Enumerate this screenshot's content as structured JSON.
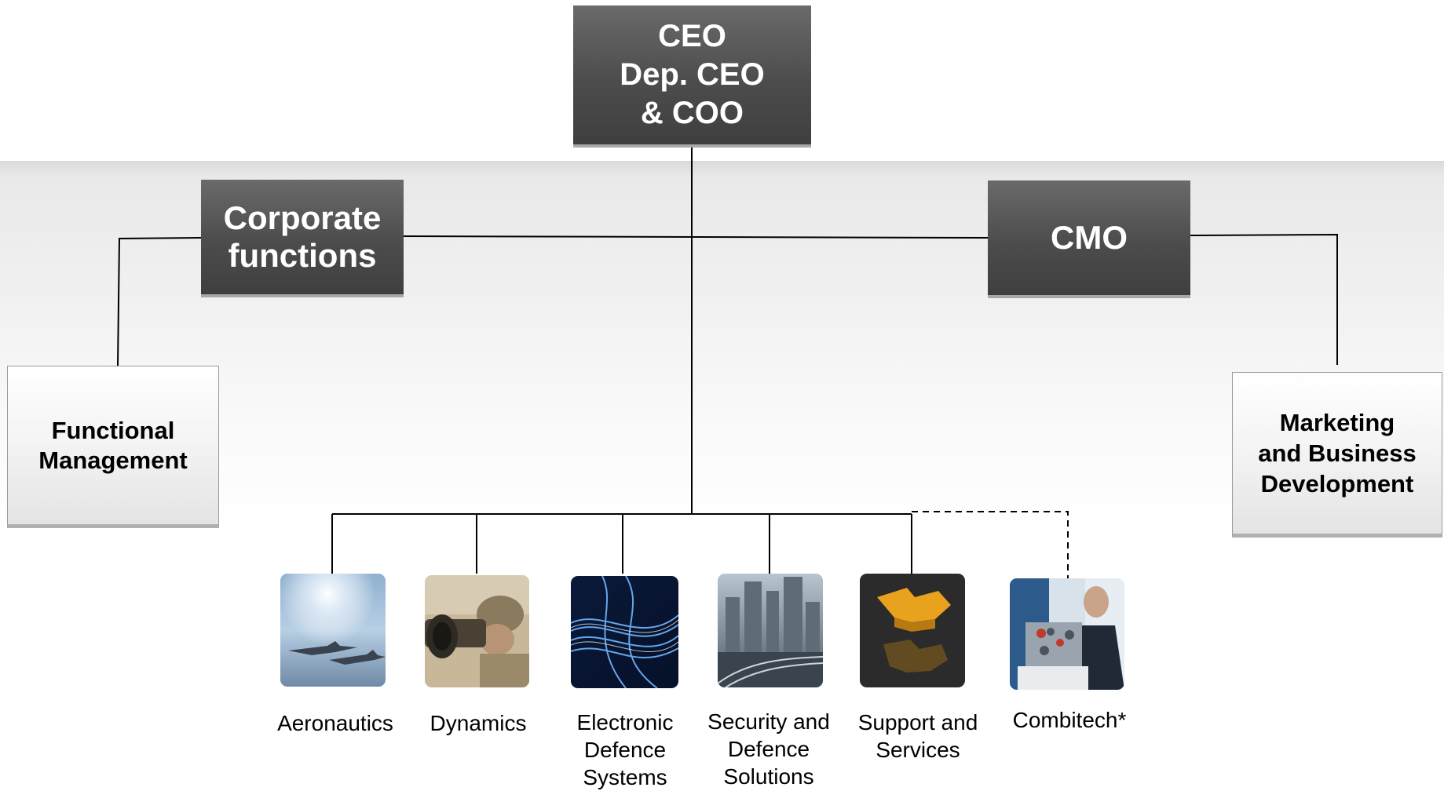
{
  "nodes": {
    "ceo": "CEO\nDep. CEO\n& COO",
    "corporate_functions": "Corporate\nfunctions",
    "cmo": "CMO",
    "functional_management": "Functional\nManagement",
    "marketing_business_development": "Marketing\nand Business\nDevelopment"
  },
  "business_units": [
    {
      "label": "Aeronautics",
      "icon": "fighter-jets-image"
    },
    {
      "label": "Dynamics",
      "icon": "soldier-with-launcher-image"
    },
    {
      "label": "Electronic\nDefence\nSystems",
      "icon": "fiber-optic-lines-image"
    },
    {
      "label": "Security and\nDefence\nSolutions",
      "icon": "city-skyline-image"
    },
    {
      "label": "Support and\nServices",
      "icon": "puzzle-pieces-image"
    },
    {
      "label": "Combitech*",
      "icon": "engineer-with-equipment-image"
    }
  ],
  "colors": {
    "dark_box": "#4c4c4c",
    "light_box": "#f3f3f3",
    "connector": "#000000"
  }
}
